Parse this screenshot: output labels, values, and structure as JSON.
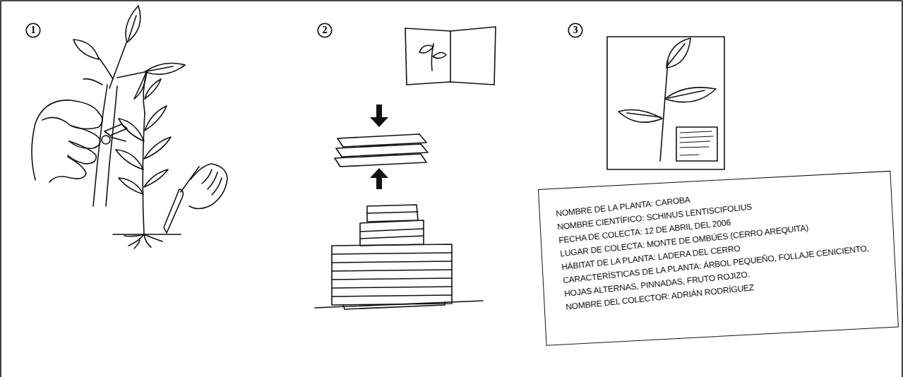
{
  "diagram": {
    "nodes": [
      {
        "text": [
          "1"
        ]
      },
      {
        "text": [
          "2"
        ]
      },
      {
        "text": [
          "3"
        ]
      },
      {
        "text": [
          "NOMBRE DE LA PLANTA: CAROBA",
          "NOMBRE CIENTÍFICO: SCHINUS LENTISCIFOLIUS",
          "FECHA DE COLECTA: 12 DE ABRIL DEL 2006",
          "LUGAR DE COLECTA: MONTE DE OMBÚES (CERRO AREQUITA)",
          "HÁBITAT DE LA PLANTA: LADERA DEL CERRO",
          "CARACTERÍSTICAS DE LA PLANTA: ÁRBOL PEQUEÑO, FOLLAJE CENICIENTO, HOJAS ALTERNAS, PINNADAS, FRUTO ROJIZO.",
          "NOMBRE DEL COLECTOR: ADRIÁN RODRÍGUEZ"
        ]
      }
    ]
  }
}
